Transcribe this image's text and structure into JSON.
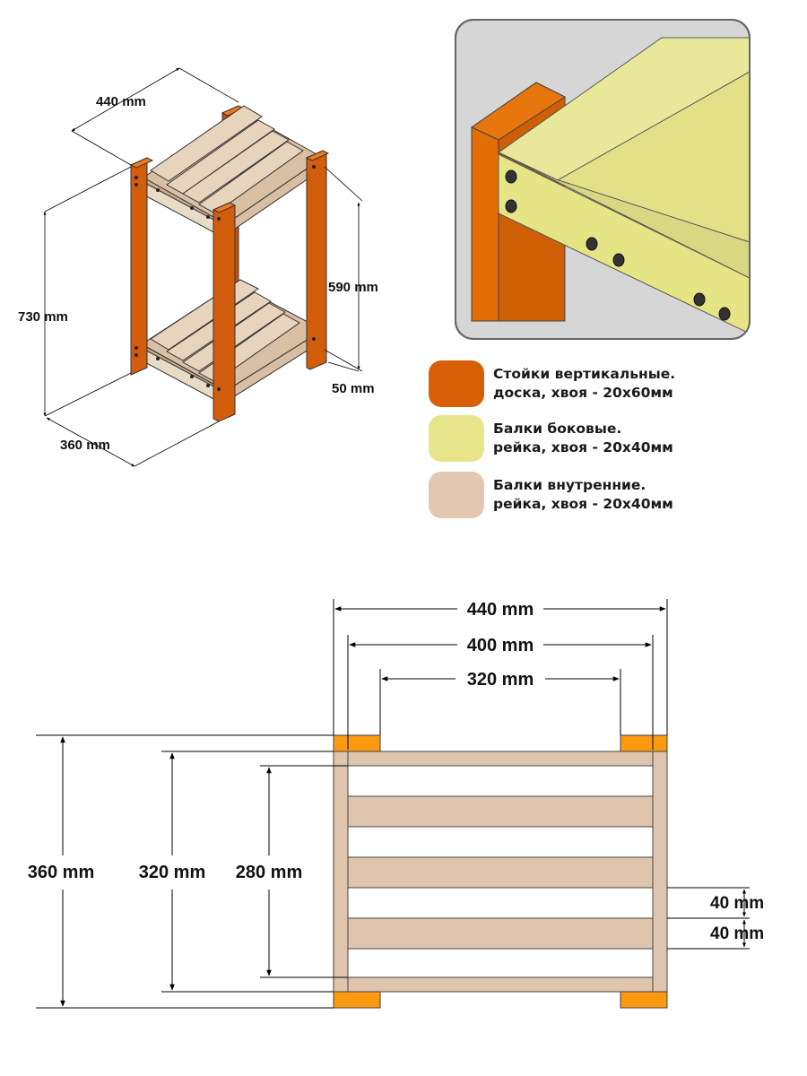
{
  "colors": {
    "post": "#d85f06",
    "side_beam": "#e6e58a",
    "inner_beam": "#e2c8b0",
    "inset_frame": "#d6d6d6"
  },
  "isometric": {
    "dims": {
      "width": "440 mm",
      "height": "730 mm",
      "depth": "360 mm",
      "shelf_gap": "590 mm",
      "bottom_offset": "50 mm"
    }
  },
  "legend": [
    {
      "line1": "Стойки вертикальные.",
      "line2": "доска, хвоя - 20х60мм",
      "color": "#d85f06"
    },
    {
      "line1": "Балки боковые.",
      "line2": "рейка, хвоя - 20х40мм",
      "color": "#e6e58a"
    },
    {
      "line1": "Балки внутренние.",
      "line2": "рейка, хвоя - 20х40мм",
      "color": "#e2c8b0"
    }
  ],
  "plan": {
    "dims": {
      "outer_width": "440 mm",
      "inner_width": "400 mm",
      "post_gap": "320 mm",
      "outer_depth": "360 mm",
      "inner_depth": "320 mm",
      "slat_span": "280 mm",
      "slat_width": "40 mm",
      "slat_gap": "40 mm"
    }
  }
}
